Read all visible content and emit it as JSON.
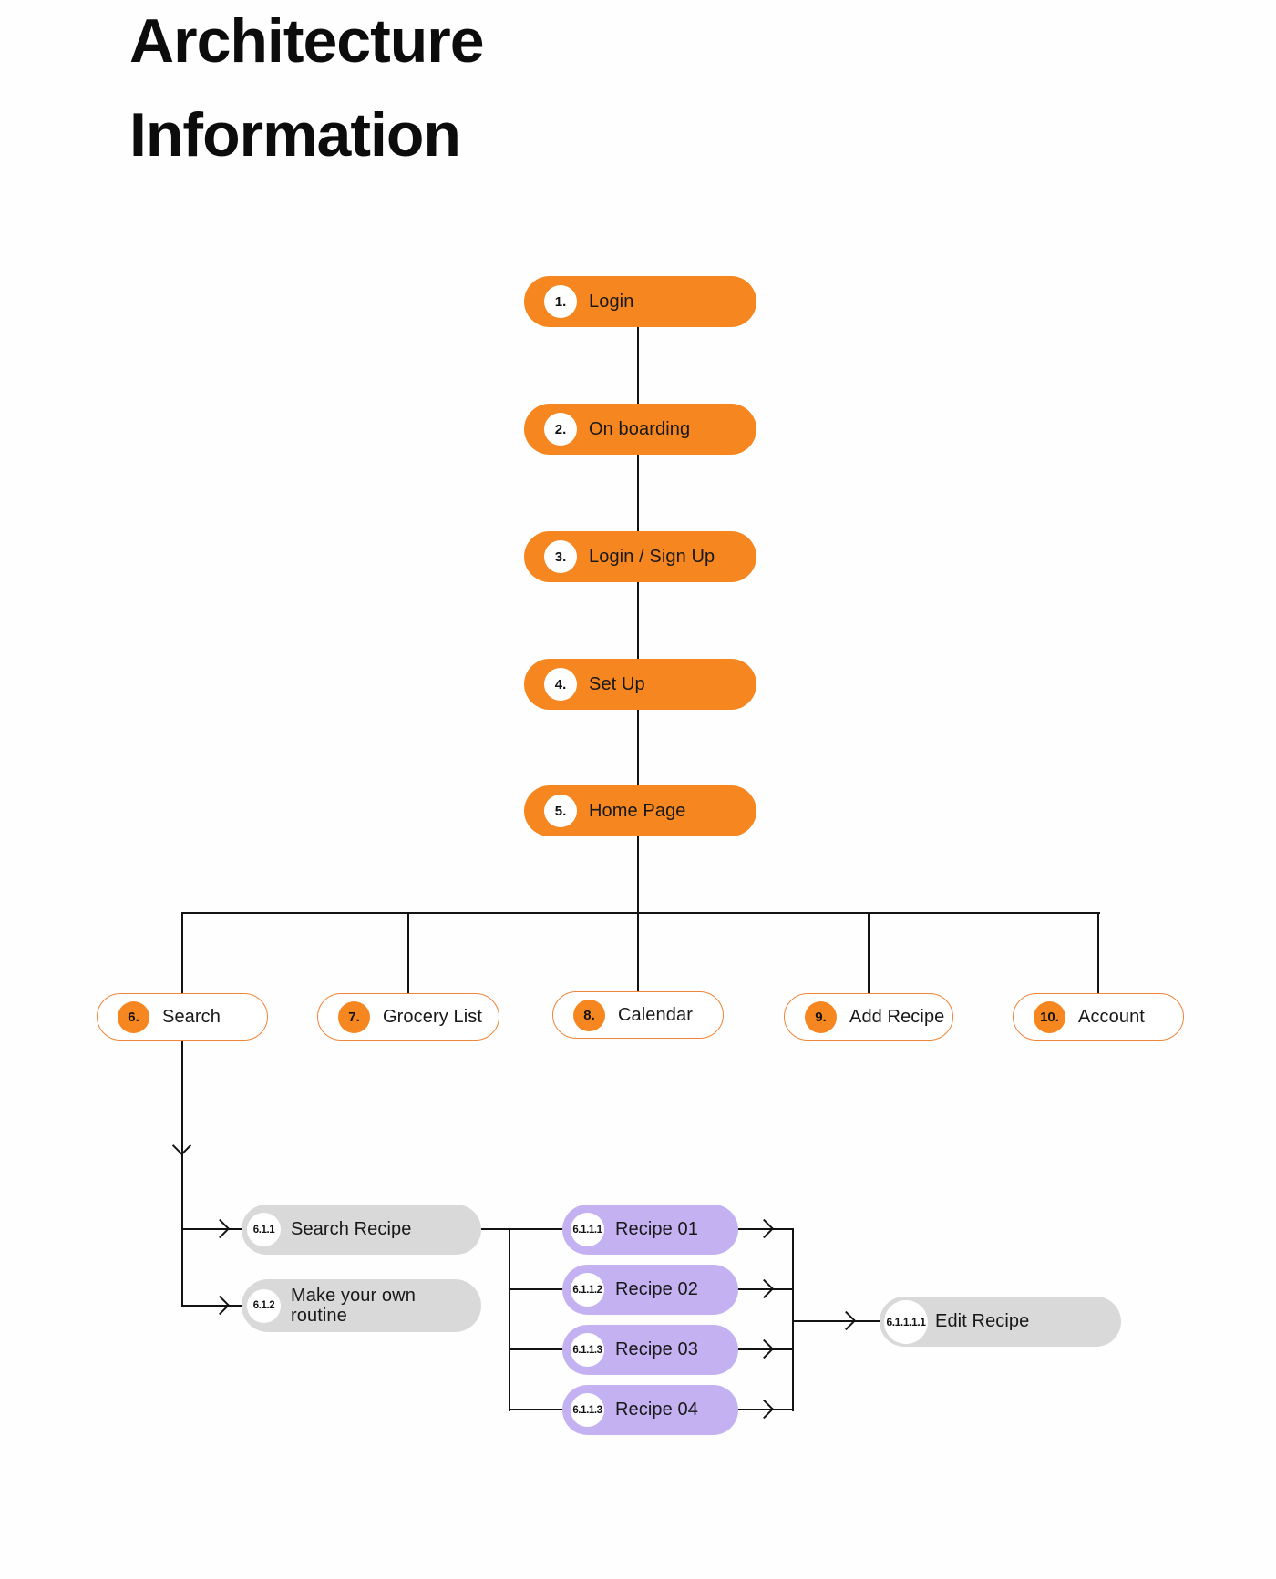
{
  "page": {
    "title_line1": "Architecture",
    "title_line2": "Information"
  },
  "colors": {
    "orange": "#F6861F",
    "orange-border": "#F08437",
    "purple": "#C3B1F2",
    "gray": "#D9D9D9",
    "line": "#131313"
  },
  "nodes": {
    "login": {
      "num": "1.",
      "label": "Login"
    },
    "onboarding": {
      "num": "2.",
      "label": "On boarding"
    },
    "login_signup": {
      "num": "3.",
      "label": "Login / Sign Up"
    },
    "setup": {
      "num": "4.",
      "label": "Set Up"
    },
    "home": {
      "num": "5.",
      "label": "Home Page"
    },
    "search": {
      "num": "6.",
      "label": "Search"
    },
    "grocery": {
      "num": "7.",
      "label": "Grocery List"
    },
    "calendar": {
      "num": "8.",
      "label": "Calendar"
    },
    "add_recipe": {
      "num": "9.",
      "label": "Add Recipe"
    },
    "account": {
      "num": "10.",
      "label": "Account"
    },
    "search_recipe": {
      "num": "6.1.1",
      "label": "Search Recipe"
    },
    "own_routine": {
      "num": "6.1.2",
      "label": "Make your own routine"
    },
    "recipe1": {
      "num": "6.1.1.1",
      "label": "Recipe 01"
    },
    "recipe2": {
      "num": "6.1.1.2",
      "label": "Recipe 02"
    },
    "recipe3": {
      "num": "6.1.1.3",
      "label": "Recipe 03"
    },
    "recipe4": {
      "num": "6.1.1.3",
      "label": "Recipe 04"
    },
    "edit_recipe": {
      "num": "6.1.1.1.1",
      "label": "Edit Recipe"
    }
  }
}
